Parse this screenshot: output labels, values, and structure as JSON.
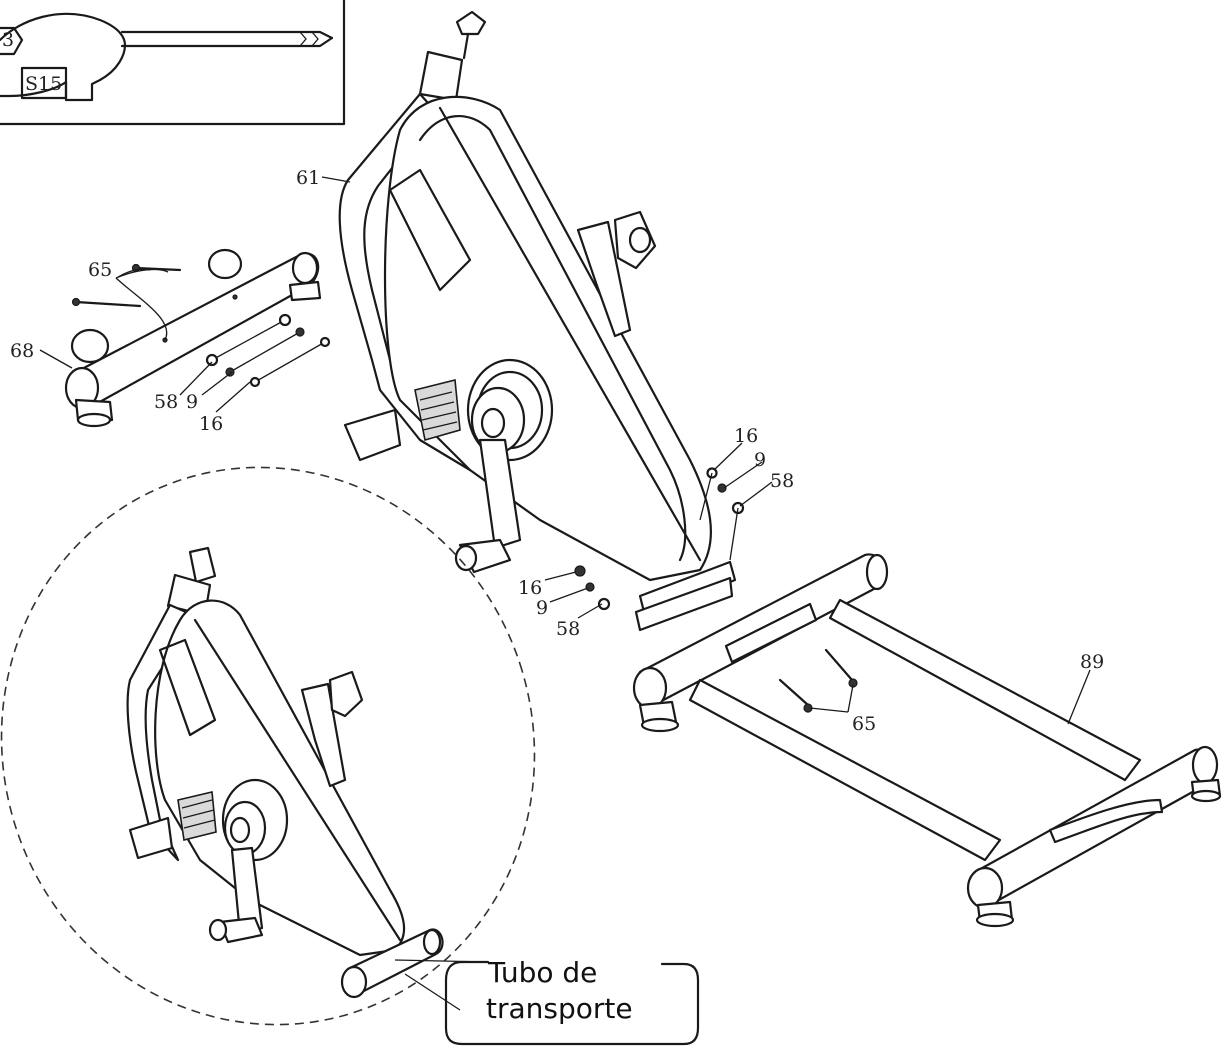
{
  "tool_box": {
    "hex_label": "3",
    "tool_label": "S15"
  },
  "part_labels": {
    "frame": "61",
    "front_stabilizer": "68",
    "bolt_front": "65",
    "washer_front_58": "58",
    "spring_washer_front_9": "9",
    "nut_front_16": "16",
    "nut_rear_16_top": "16",
    "spring_washer_rear_9_top": "9",
    "washer_rear_58_top": "58",
    "nut_rear_16_bottom": "16",
    "spring_washer_rear_9_bottom": "9",
    "washer_rear_58_bottom": "58",
    "rear_base_frame": "89",
    "bolt_rear": "65"
  },
  "callout": {
    "line1": "Tubo de",
    "line2": "transporte"
  }
}
